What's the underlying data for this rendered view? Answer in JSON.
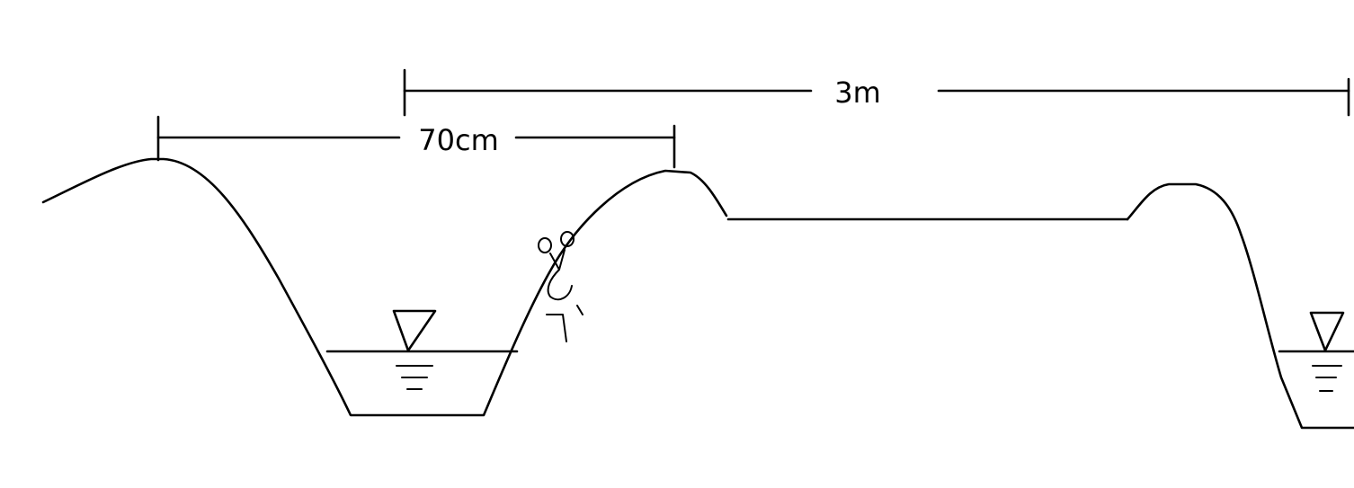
{
  "dimensions": {
    "overall_spacing_label": "3m",
    "furrow_width_label": "70cm"
  },
  "colors": {
    "line": "#000000",
    "background": "#ffffff"
  },
  "symbols": {
    "water_level": "water-level-symbol",
    "seed_placement": "seed-placement-symbol"
  }
}
